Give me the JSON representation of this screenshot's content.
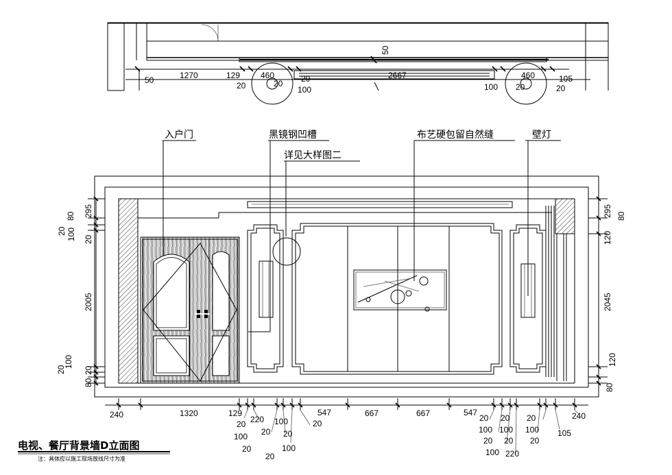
{
  "title": "电视、餐厅背景墙D立面图",
  "note": "注：具体应以施工现场放线尺寸为准",
  "labels": {
    "entry_door": "入户门",
    "black_mirror_groove": "黑镜钢凹槽",
    "see_detail": "详见大样图二",
    "fabric_panel": "布艺硬包留自然缝",
    "wall_lamp": "壁灯"
  },
  "plan_dims": {
    "d50_top": "50",
    "d50_left": "50",
    "d1270": "1270",
    "d129": "129",
    "d20_a": "20",
    "d460_left": "460",
    "d20_b": "20",
    "d20_c": "20",
    "d100_left": "100",
    "d2667": "2667",
    "d460_right": "460",
    "d105": "105",
    "d100_right": "100",
    "d20_d": "20",
    "d20_e": "20"
  },
  "left_dims": {
    "d295": "295",
    "d80": "80",
    "d20_a": "20",
    "d100_a": "100",
    "d20_b": "20",
    "d2005": "2005",
    "d20_c": "20",
    "d100_b": "100",
    "d20_d": "20",
    "d80_b": "80"
  },
  "right_dims": {
    "d295": "295",
    "d80": "80",
    "d120_a": "120",
    "d2045": "2045",
    "d120_b": "120",
    "d80_b": "80"
  },
  "bottom_dims": {
    "d240_left": "240",
    "d1320": "1320",
    "d129": "129",
    "d220_left": "220",
    "d20_a": "20",
    "d100_a": "100",
    "d20_b": "20",
    "d100_b": "100",
    "d20_c": "20",
    "d20_d": "20",
    "d100_c": "100",
    "d20_e": "20",
    "d547_left": "547",
    "d667_a": "667",
    "d667_b": "667",
    "d547_right": "547",
    "d20_f": "20",
    "d100_d": "100",
    "d20_g": "20",
    "d20_h": "20",
    "d100_e": "100",
    "d20_i": "20",
    "d100_f": "100",
    "d220_right": "220",
    "d20_j": "20",
    "d100_g": "100",
    "d20_k": "20",
    "d105": "105",
    "d240_right": "240"
  }
}
